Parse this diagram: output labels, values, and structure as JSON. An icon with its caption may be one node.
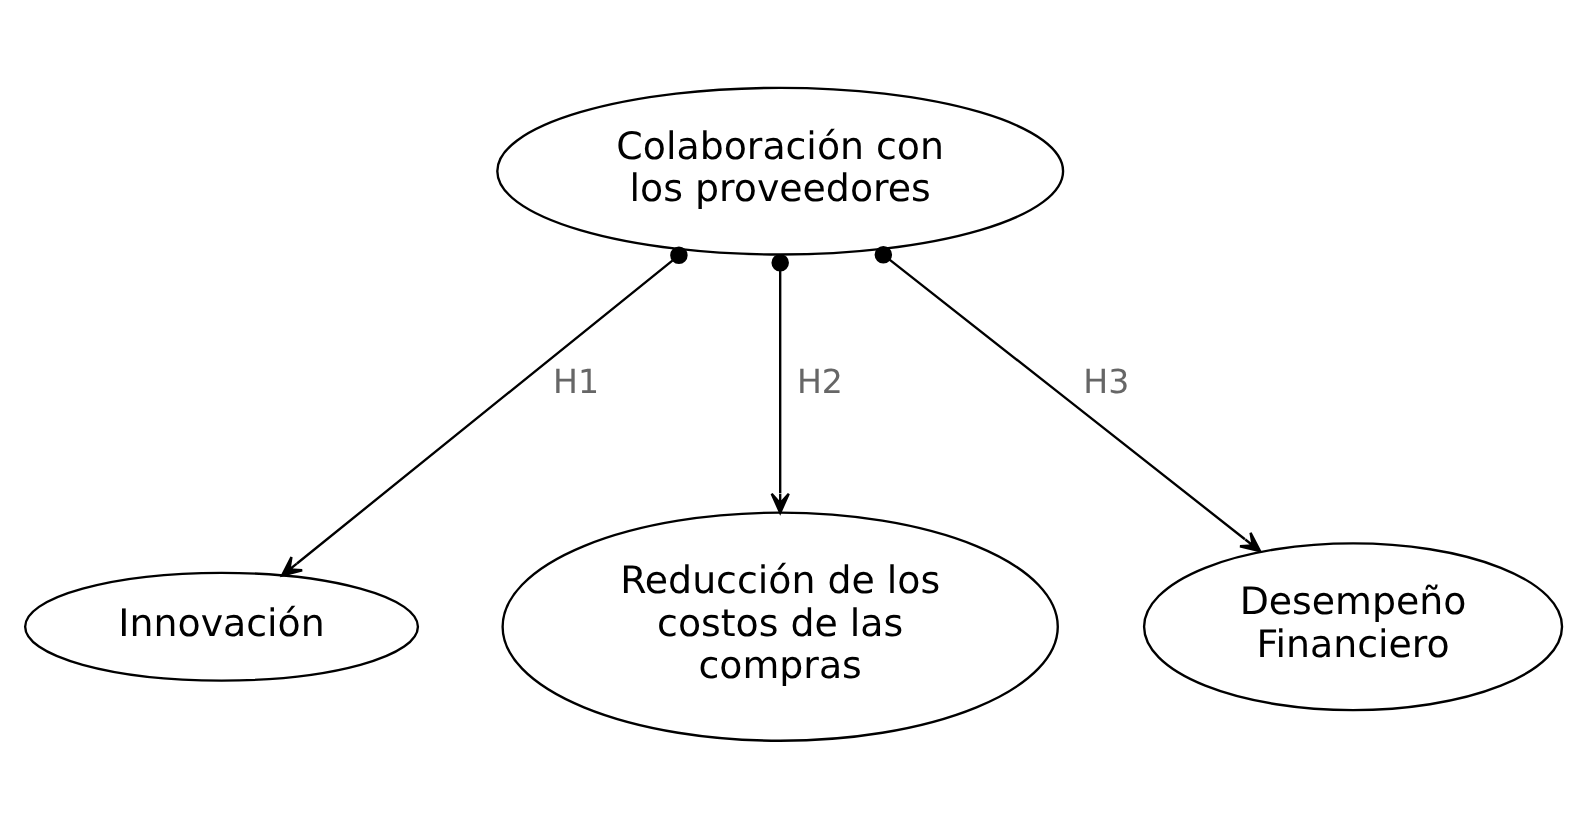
{
  "diagram": {
    "nodes": [
      {
        "text": [
          "Colaboración con los proveedores"
        ]
      },
      {
        "text": [
          "Innovación"
        ]
      },
      {
        "text": [
          "Reducción de los costos de las compras"
        ]
      },
      {
        "text": [
          "Desempeño Financiero"
        ]
      }
    ],
    "edges": [
      {
        "from": 0,
        "to": 1,
        "arrow": "to",
        "label": "H1"
      },
      {
        "from": 0,
        "to": 2,
        "arrow": "to",
        "label": "H2"
      },
      {
        "from": 0,
        "to": 3,
        "arrow": "to",
        "label": "H3"
      }
    ]
  }
}
